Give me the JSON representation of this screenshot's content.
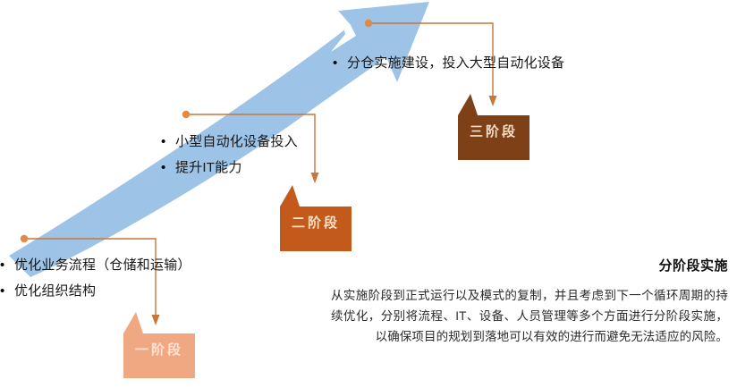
{
  "slide": {
    "background": "#ffffff",
    "arrow_color": "#9DC3E6",
    "connector_color": "#C8763A",
    "connector_dot_color": "#E08A47"
  },
  "stages": [
    {
      "id": "stage1",
      "label": "一阶段",
      "color": "#EFA881",
      "bullets": [
        "优化业务流程（仓储和运输）",
        "优化组织结构"
      ]
    },
    {
      "id": "stage2",
      "label": "二阶段",
      "color": "#C35A1B",
      "bullets": [
        "小型自动化设备投入",
        "提升IT能力"
      ]
    },
    {
      "id": "stage3",
      "label": "三阶段",
      "color": "#7E4016",
      "bullets": [
        "分仓实施建设，投入大型自动化设备"
      ]
    }
  ],
  "bullet_marker": "•",
  "summary": {
    "title": "分阶段实施",
    "body": "从实施阶段到正式运行以及模式的复制，并且考虑到下一个循环周期的持续优化，分别将流程、IT、设备、人员管理等多个方面进行分阶段实施，以确保项目的规划到落地可以有效的进行而避免无法适应的风险。"
  }
}
